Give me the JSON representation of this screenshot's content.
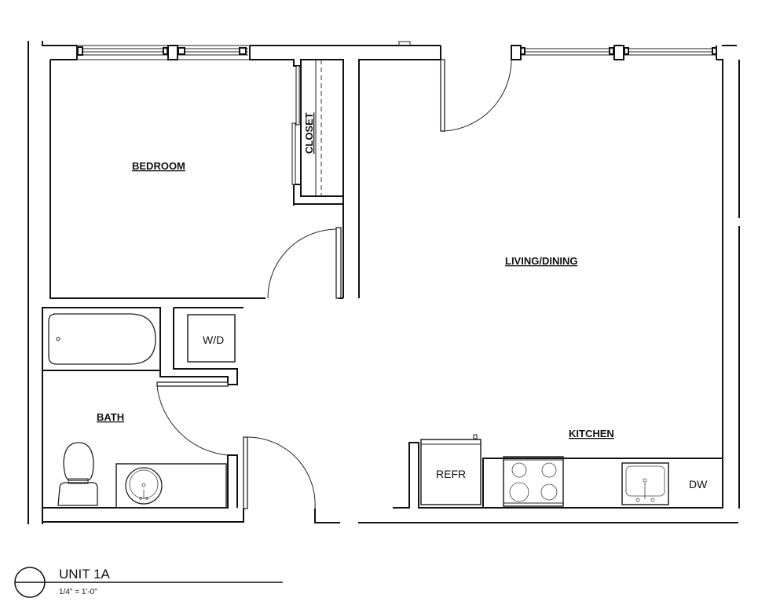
{
  "plan": {
    "unit_title": "UNIT 1A",
    "scale": "1/4\" = 1'-0\""
  },
  "rooms": {
    "bedroom": "BEDROOM",
    "closet": "CLOSET",
    "living_dining": "LIVING/DINING",
    "bath": "BATH",
    "kitchen": "KITCHEN"
  },
  "fixtures": {
    "washer_dryer": "W/D",
    "refrigerator": "REFR",
    "dishwasher": "DW"
  },
  "colors": {
    "line": "#111111",
    "background": "#ffffff"
  }
}
